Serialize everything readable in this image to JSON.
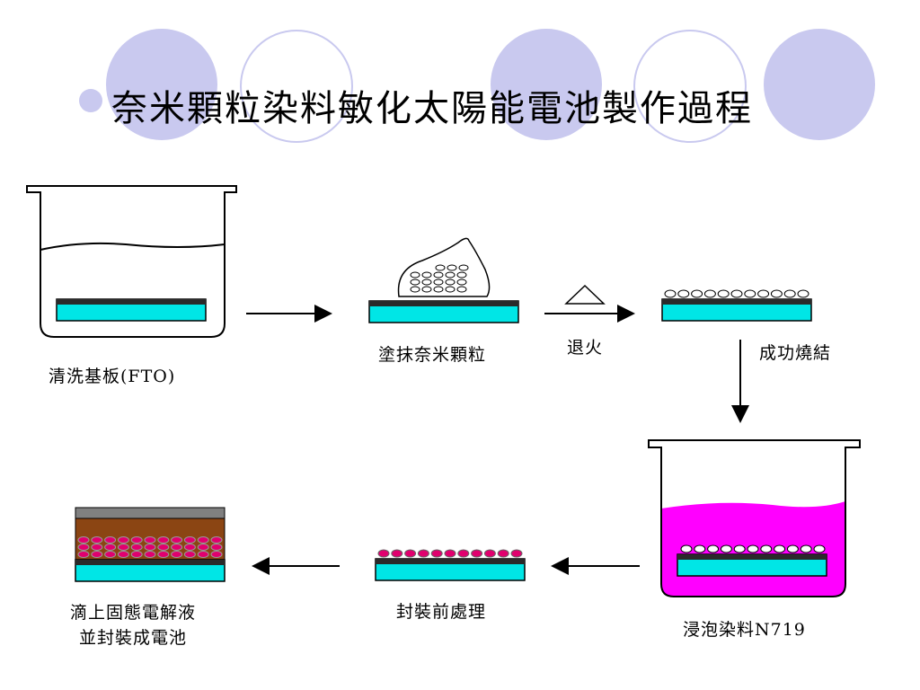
{
  "slide": {
    "title": "奈米顆粒染料敏化太陽能電池製作過程"
  },
  "steps": {
    "clean": "清洗基板(FTO)",
    "coat": "塗抹奈米顆粒",
    "anneal": "退火",
    "sinter": "成功燒結",
    "soak": "浸泡染料N719",
    "pretreat": "封裝前處理",
    "final_line1": "滴上固態電解液",
    "final_line2": "並封裝成電池"
  },
  "colors": {
    "decor_circle": "#c9c9ef",
    "substrate": "#00e6e6",
    "dye_solution": "#ff00ff",
    "dyed_particle": "#e0006e",
    "electrolyte": "#8b4513",
    "top_cover": "#808080"
  },
  "icons": {
    "arrow": "arrow-icon",
    "anneal": "triangle-heat-icon"
  }
}
